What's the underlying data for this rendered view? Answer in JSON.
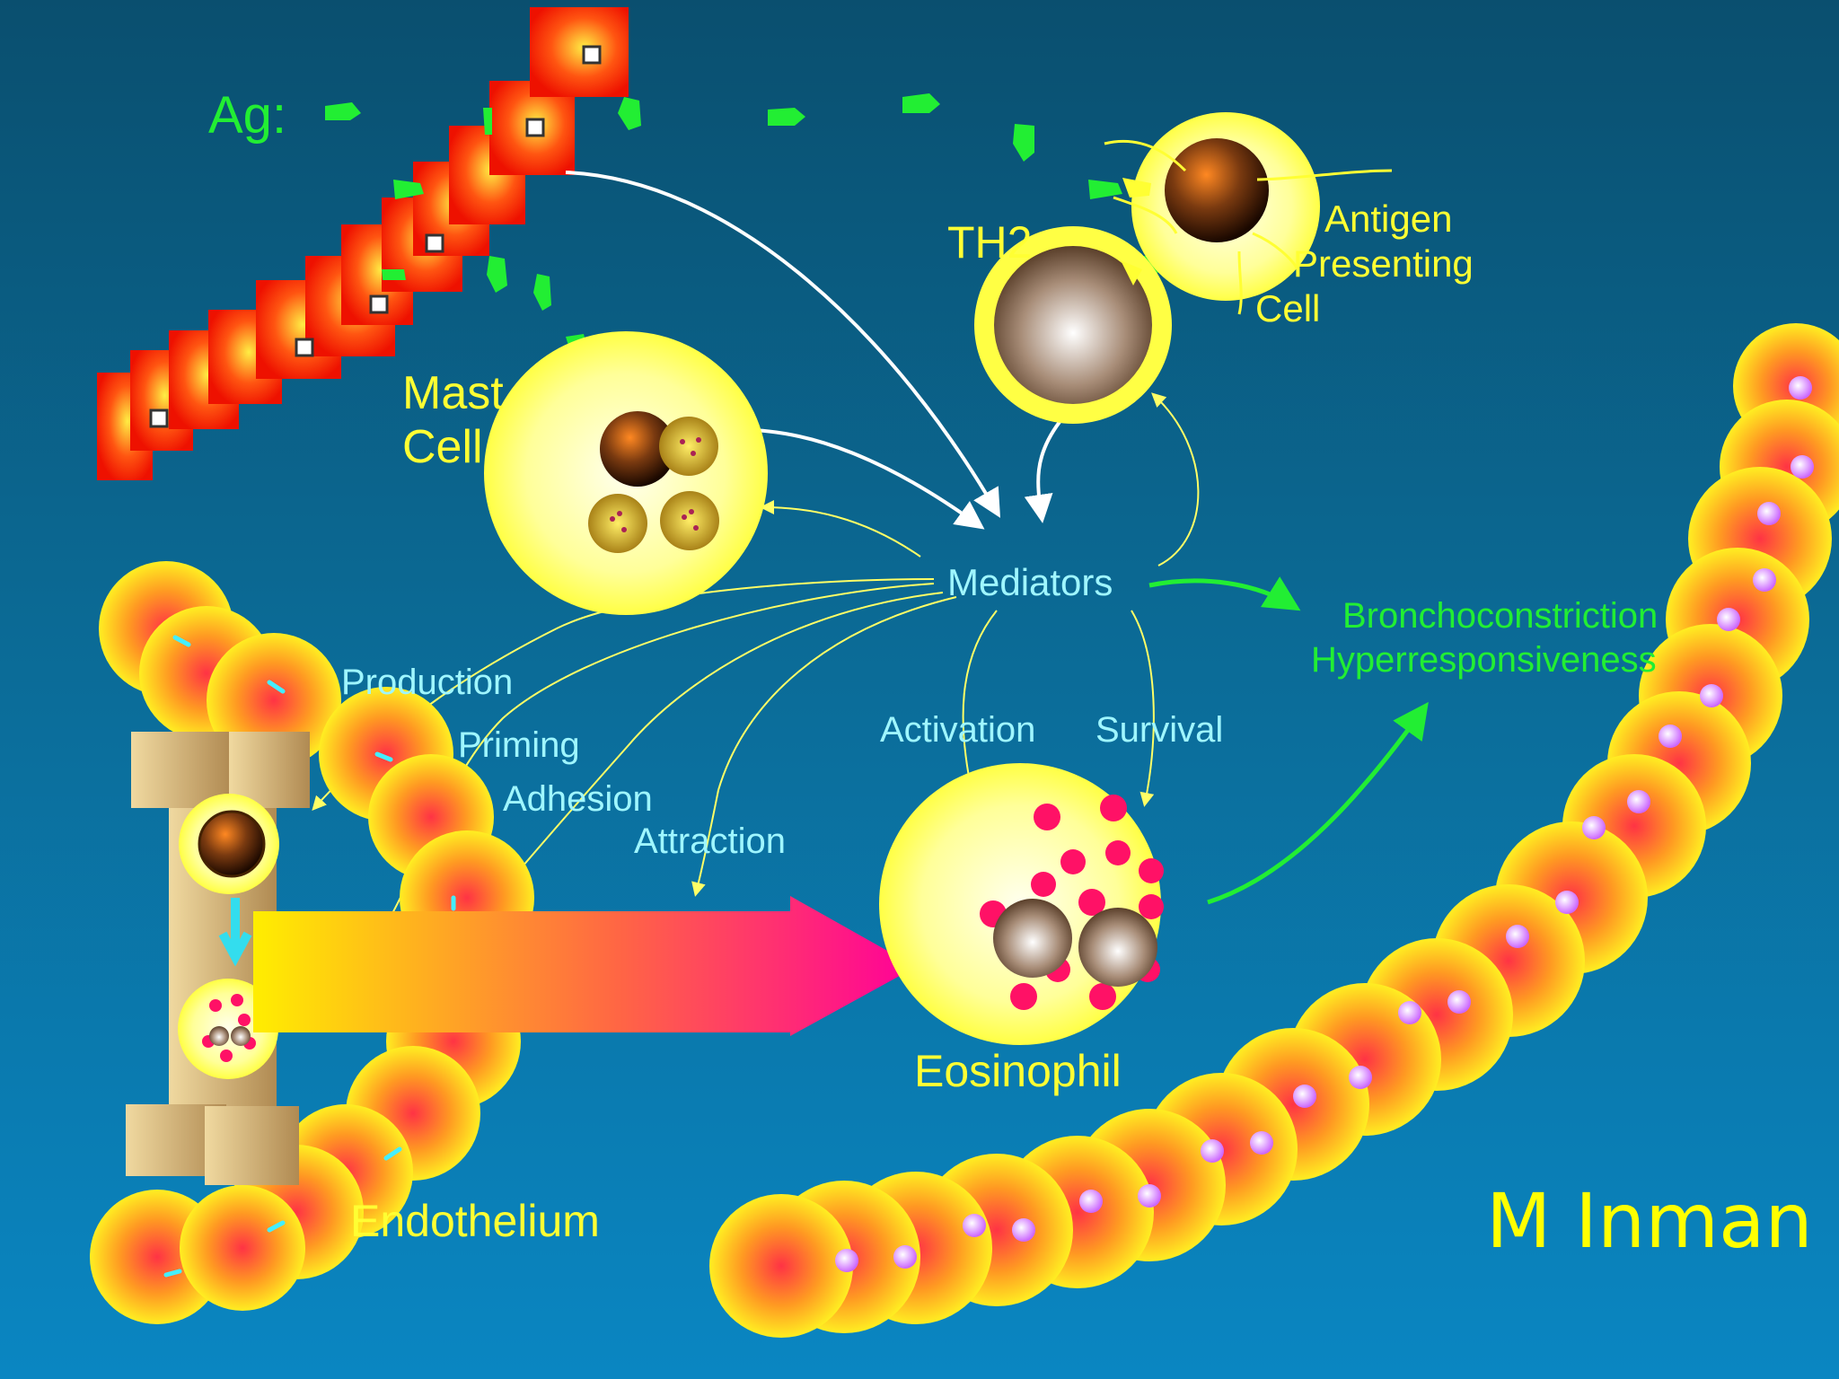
{
  "labels": {
    "antigen": "Ag:",
    "th2": "TH2",
    "apc_line1": "Antigen",
    "apc_line2": "Presenting",
    "apc_line3": "Cell",
    "mast_line1": "Mast",
    "mast_line2": "Cell",
    "mediators": "Mediators",
    "bronchoconstriction": "Bronchoconstriction",
    "hyperresponsiveness": "Hyperresponsiveness",
    "production": "Production",
    "priming": "Priming",
    "adhesion": "Adhesion",
    "attraction": "Attraction",
    "activation": "Activation",
    "survival": "Survival",
    "eosinophil": "Eosinophil",
    "endothelium": "Endothelium",
    "author": "M Inman"
  },
  "colors": {
    "background_top": "#0a4f6f",
    "background_bottom": "#0a86c2",
    "cell_yellow": "#ffff66",
    "antigen_green": "#22ee33",
    "epithelium_red": "#ff3300",
    "granule_pink": "#ff1166",
    "arrow_white": "#ffffff",
    "arrow_yellow": "#ffff66"
  },
  "icons": {
    "antigen": "green-pentagon-icon",
    "nucleus": "brown-sphere-icon",
    "granule": "pink-granule-icon"
  }
}
